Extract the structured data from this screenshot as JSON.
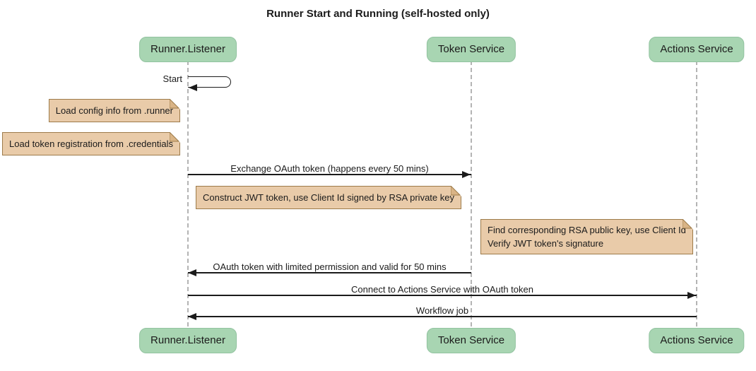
{
  "title": "Runner Start and Running (self-hosted only)",
  "participants": [
    {
      "label": "Runner.Listener"
    },
    {
      "label": "Token Service"
    },
    {
      "label": "Actions Service"
    }
  ],
  "self_message": {
    "label": "Start",
    "on": "Runner.Listener"
  },
  "notes": [
    {
      "lines": [
        "Load config info from .runner"
      ],
      "position": "left of Runner.Listener"
    },
    {
      "lines": [
        "Load token registration from .credentials"
      ],
      "position": "left of Runner.Listener"
    },
    {
      "lines": [
        "Construct JWT token, use Client Id signed by RSA private key"
      ],
      "position": "right of Runner.Listener"
    },
    {
      "lines": [
        "Find corresponding RSA public key, use Client Id",
        "Verify JWT token's signature"
      ],
      "position": "left of Actions Service"
    }
  ],
  "messages": [
    {
      "label": "Exchange OAuth token (happens every 50 mins)",
      "from": "Runner.Listener",
      "to": "Token Service",
      "direction": "right"
    },
    {
      "label": "OAuth token with limited permission and valid for 50 mins",
      "from": "Token Service",
      "to": "Runner.Listener",
      "direction": "left"
    },
    {
      "label": "Connect to Actions Service with OAuth token",
      "from": "Runner.Listener",
      "to": "Actions Service",
      "direction": "right"
    },
    {
      "label": "Workflow job",
      "from": "Actions Service",
      "to": "Runner.Listener",
      "direction": "left"
    }
  ],
  "colors": {
    "background": "#ffffff",
    "participant_fill": "#a8d5b2",
    "participant_border": "#92c3a0",
    "note_fill": "#e9cba9",
    "note_border": "#9d7b4a",
    "note_fold": "#d9b486",
    "lifeline": "#b4b4b4",
    "arrow": "#1b1b1b",
    "text": "#1b1b1b"
  }
}
